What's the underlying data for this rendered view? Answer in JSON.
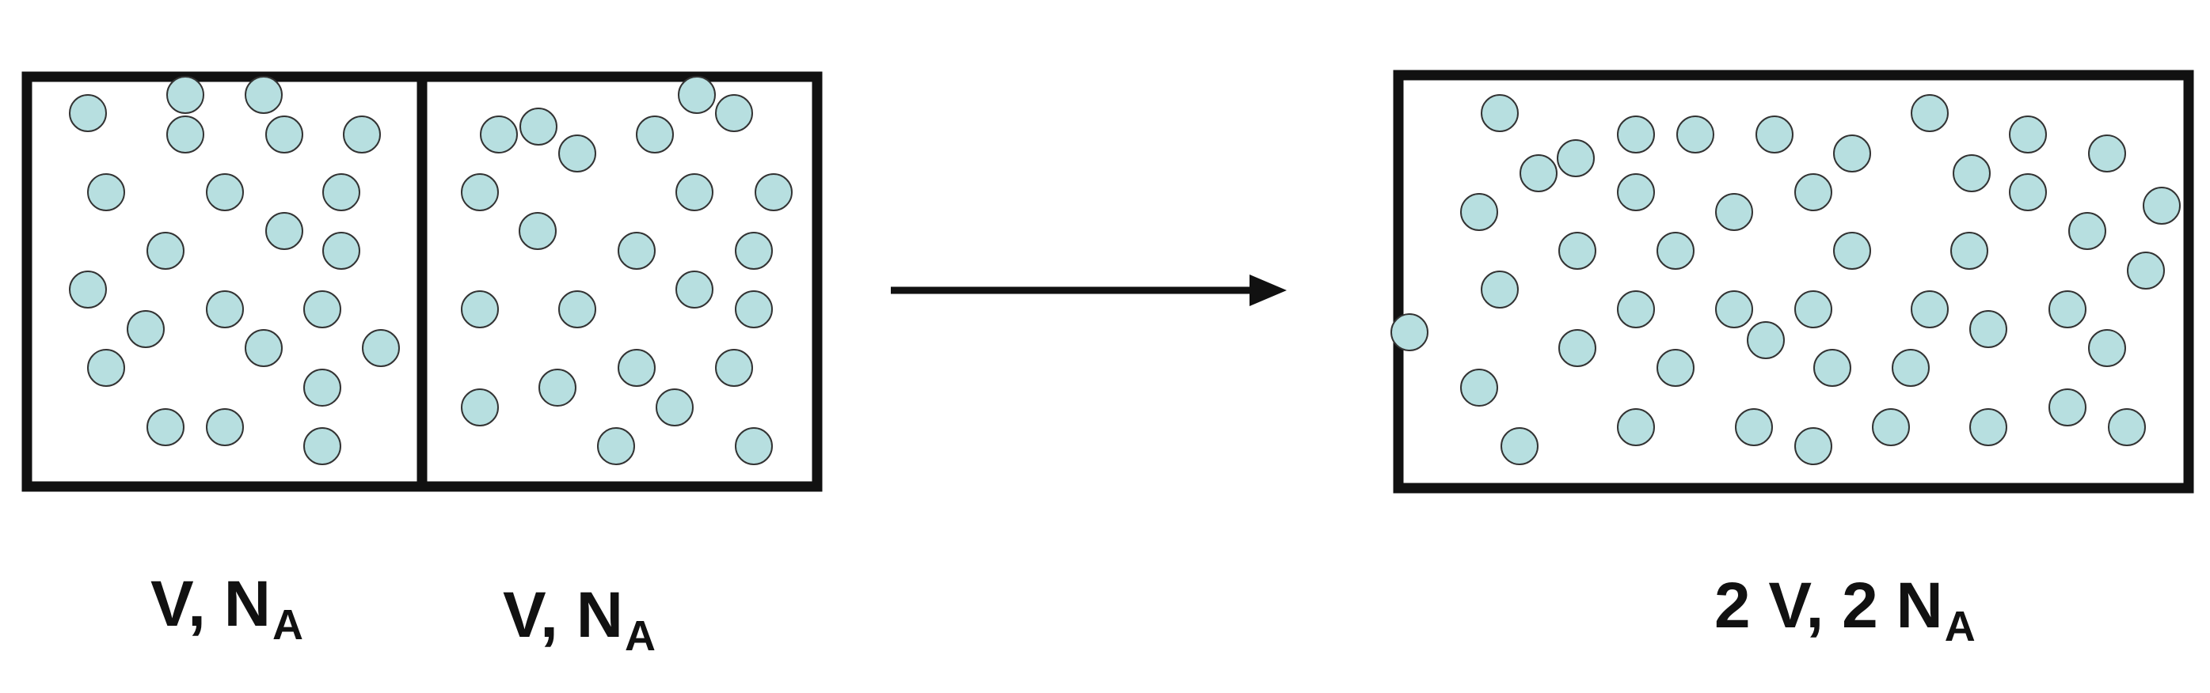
{
  "labels": {
    "left": {
      "main": "V, N",
      "sub": "A"
    },
    "middle": {
      "main": "V, N",
      "sub": "A"
    },
    "right": {
      "main": "2 V, 2 N",
      "sub": "A"
    }
  },
  "colors": {
    "background": "#ffffff",
    "stroke": "#111111",
    "particle_fill": "#b7dfe0",
    "particle_stroke": "#333333"
  },
  "particle_counts": {
    "left_compartment": 23,
    "right_compartment": 23,
    "mixed_container": 46
  }
}
